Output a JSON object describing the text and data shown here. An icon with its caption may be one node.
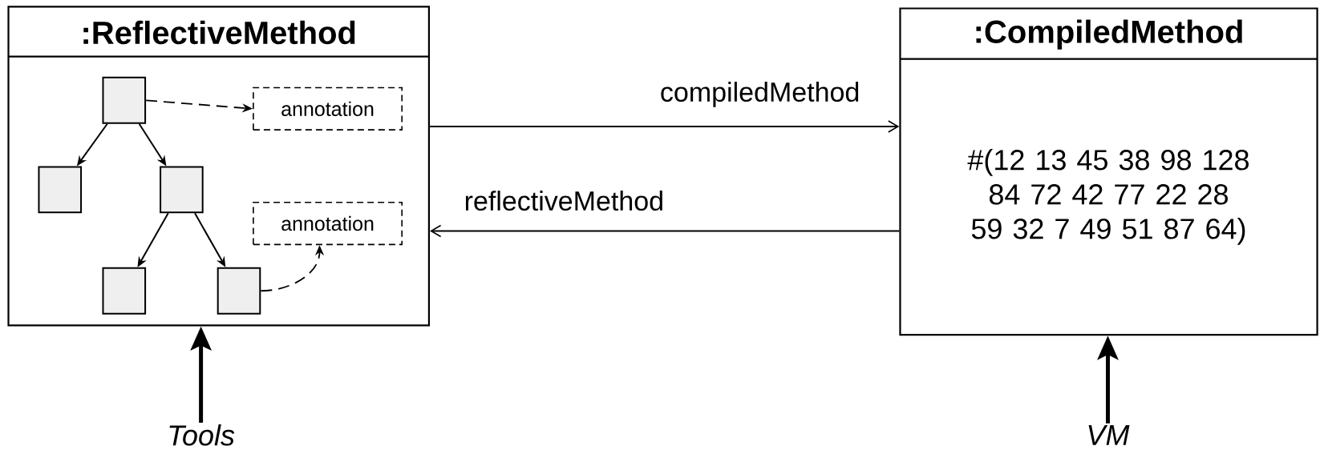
{
  "diagram": {
    "nodes": [
      {
        "text": [
          ":ReflectiveMethod"
        ]
      },
      {
        "text": [
          ":CompiledMethod",
          "#(12 13 45 38 98 128 84 72 42 77 22 28 59 32 7 49 51 87 64)"
        ]
      },
      {
        "text": [],
        "shape": "box",
        "in": 0
      },
      {
        "text": [],
        "shape": "box",
        "in": 0
      },
      {
        "text": [],
        "shape": "box",
        "in": 0
      },
      {
        "text": [],
        "shape": "box",
        "in": 0
      },
      {
        "text": [],
        "shape": "box",
        "in": 0
      },
      {
        "text": [
          "annotation"
        ],
        "in": 0
      },
      {
        "text": [
          "annotation"
        ],
        "in": 0
      },
      {
        "text": [
          "Tools"
        ]
      },
      {
        "text": [
          "VM"
        ]
      }
    ],
    "edges": [
      {
        "from": 0,
        "to": 1,
        "arrow": "to",
        "label": "compiledMethod"
      },
      {
        "from": 1,
        "to": 0,
        "arrow": "to",
        "label": "reflectiveMethod"
      },
      {
        "from": 2,
        "to": 3,
        "arrow": "to"
      },
      {
        "from": 2,
        "to": 4,
        "arrow": "to"
      },
      {
        "from": 4,
        "to": 5,
        "arrow": "to"
      },
      {
        "from": 4,
        "to": 6,
        "arrow": "to"
      },
      {
        "from": 2,
        "to": 7,
        "arrow": "to",
        "style": "dashed"
      },
      {
        "from": 6,
        "to": 8,
        "arrow": "to",
        "style": "dashed"
      },
      {
        "from": 9,
        "to": 0,
        "arrow": "to",
        "style": "thick"
      },
      {
        "from": 10,
        "to": 1,
        "arrow": "to",
        "style": "thick"
      }
    ]
  }
}
